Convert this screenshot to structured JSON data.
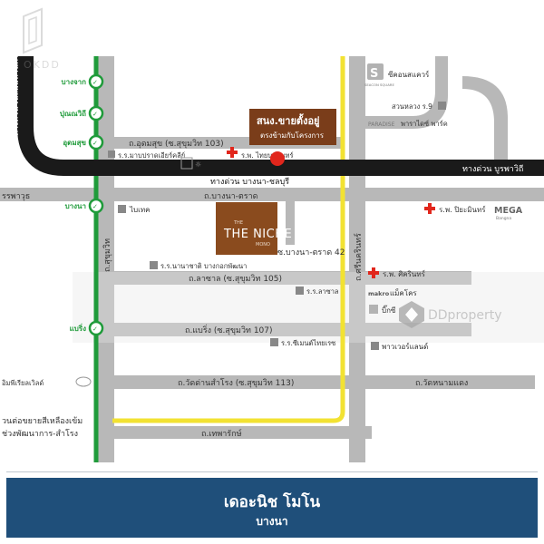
{
  "watermark": {
    "text": "OKDD"
  },
  "brand": {
    "name": "DDproperty"
  },
  "project": {
    "name": "THE NICHE",
    "sub": "MONO"
  },
  "callout": {
    "line1": "สนง.ขายตั้งอยู่",
    "line2": "ตรงข้ามกับโครงการ"
  },
  "expressway": {
    "north": "ทางด่วน เฉลิมมหานคร",
    "center": "ทางด่วน บางนา-ชลบุรี",
    "east": "ทางด่วน บูรพาวิถี"
  },
  "stations": [
    "บางจาก",
    "ปุณณวิถี",
    "อุดมสุข",
    "บางนา",
    "แบริ่ง"
  ],
  "roads": {
    "udomsuk": "ถ.อุดมสุข (ซ.สุขุมวิท 103)",
    "bangna_trad": "ถ.บางนา-ตราด",
    "sukhumvit": "ถ.สุขุมวิท",
    "sri_nakarin": "ถ.ศรีนครินทร์",
    "soi42": "ซ.บางนา-ตราด 42",
    "lasalle": "ถ.ลาซาล (ซ.สุขุมวิท 105)",
    "bearing": "ถ.แบริ่ง (ซ.สุขุมวิท 107)",
    "wat_dan": "ถ.วัดด่านสำโรง (ซ.สุขุมวิท 113)",
    "theparak": "ถ.เทพารักษ์",
    "wat_nam_daeng": "ถ.วัดหนามแดง",
    "west_edge": "รรพาวุธ"
  },
  "places": {
    "school_mahasarakham": "ร.ร.มาบปราดเอียร์คลีย์",
    "bangna_hospital": "ร.พ. ไทยนครินทร์",
    "seacon": "ซีคอนสแควร์",
    "suan_luang": "สวนหลวง ร.9",
    "paradise": "พาราไดซ์ พาร์ค",
    "biotec": "ไบเทค",
    "vichaiyut": "ร.พ. ปิยะมินทร์",
    "mega": "MEGA",
    "mega_sub": "Bangna",
    "bangkok_patana": "ร.ร.นานาชาติ บางกอกพัฒนา",
    "lasalle_school": "ร.ร.ลาซาล",
    "sikarin": "ร.พ. ศิครินทร์",
    "makro": "แม็คโคร",
    "makro_en": "makro",
    "big_c": "บิ๊กซี",
    "powerland": "พาวเวอร์แลนด์",
    "siam_soi": "ร.ร.ซีเมนต์ไทยเรซ",
    "imperial": "อิมพีเรียลเวิลด์",
    "yellow_line1": "วนต่อขยายสีเหลืองเข้ม",
    "yellow_line2": "ช่วงพัฒนาการ-สำโรง",
    "seacon_logo": "SEACON SQUARE",
    "paradise_logo": "PARADISE",
    "mega_logo": "MEGA"
  },
  "banner": {
    "title": "เดอะนิช โมโน",
    "subtitle": "บางนา"
  },
  "colors": {
    "expressway": "#1a1a1a",
    "bts_green": "#1f9b3a",
    "yellow_line": "#f2e232",
    "road": "#b5b5b5",
    "callout": "#7a3d1a",
    "project_box": "#8a4b1e",
    "hospital_red": "#e1261c",
    "banner": "#1f4f7a"
  }
}
